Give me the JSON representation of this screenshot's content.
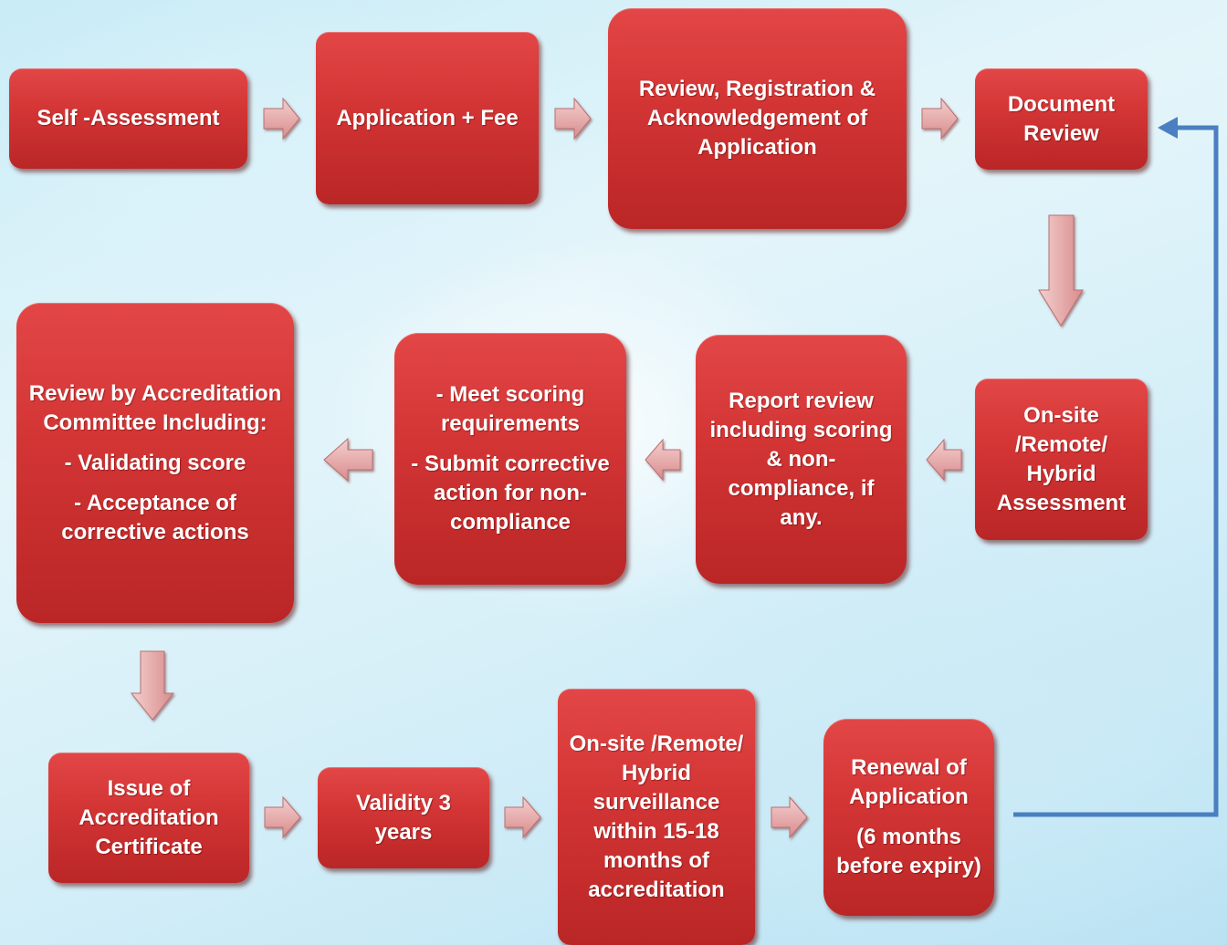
{
  "boxes": {
    "self_assessment": [
      "Self -Assessment"
    ],
    "application_fee": [
      "Application + Fee"
    ],
    "review_registration": [
      "Review, Registration & Acknowledgement of Application"
    ],
    "document_review": [
      "Document Review"
    ],
    "onsite_assessment": [
      "On-site /Remote/ Hybrid Assessment"
    ],
    "report_review": [
      "Report review including scoring & non-compliance, if any."
    ],
    "scoring_requirements": [
      "- Meet scoring requirements",
      "- Submit corrective action for non-compliance"
    ],
    "committee_review": [
      "Review by Accreditation Committee Including:",
      "- Validating score",
      "- Acceptance of corrective actions"
    ],
    "issue_certificate": [
      "Issue of Accreditation Certificate"
    ],
    "validity": [
      "Validity 3 years"
    ],
    "surveillance": [
      "On-site /Remote/ Hybrid surveillance within 15-18 months of accreditation"
    ],
    "renewal": [
      "Renewal of Application",
      "(6 months before expiry)"
    ]
  },
  "colors": {
    "box_red": "#d23434",
    "arrow_pink": "#e8a8a8",
    "connector_blue": "#4a7fc1"
  }
}
